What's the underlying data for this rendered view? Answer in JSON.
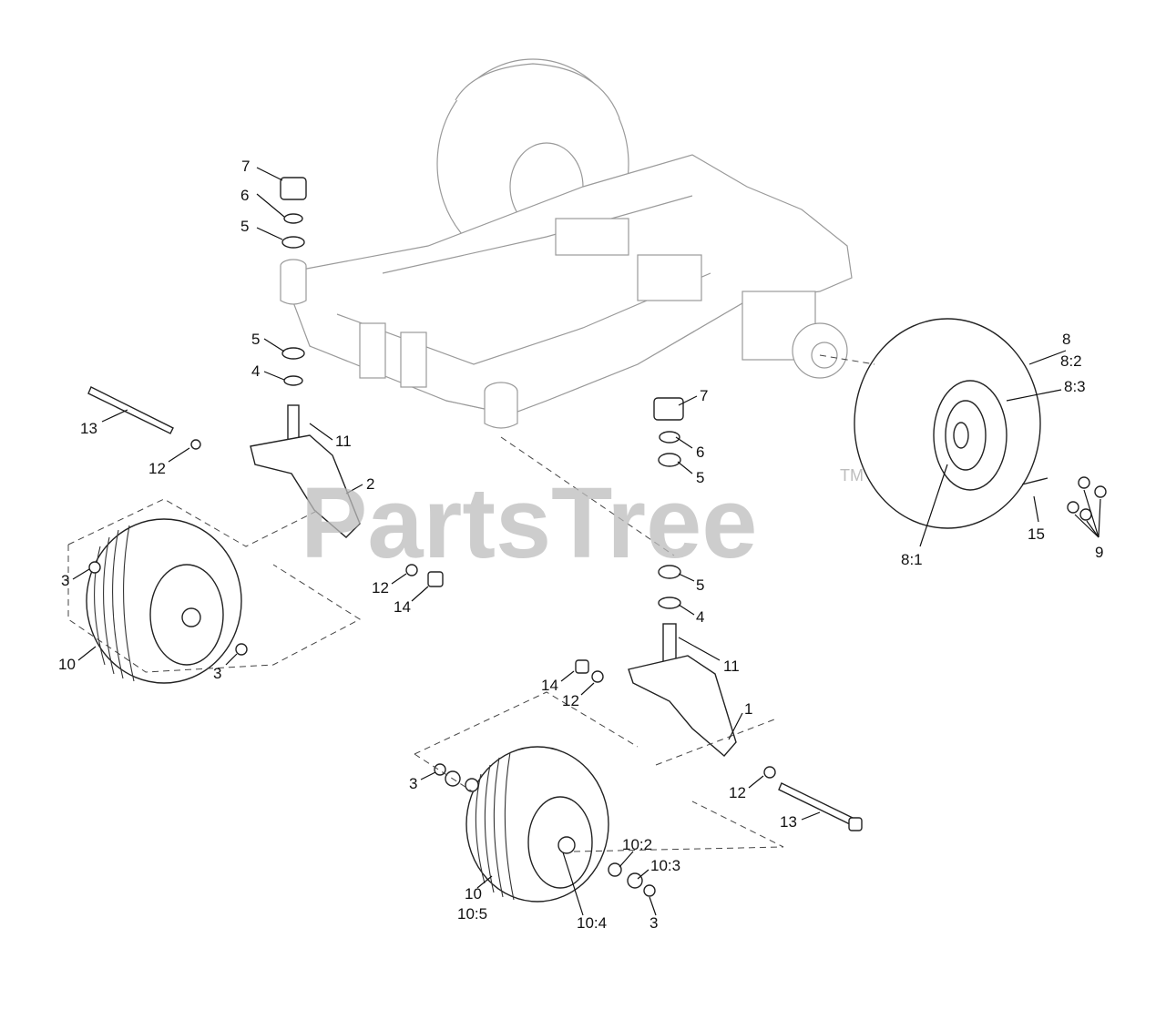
{
  "watermark": {
    "text": "PartsTree",
    "tm": "TM"
  },
  "callouts": {
    "c7a": "7",
    "c6a": "6",
    "c5a": "5",
    "c5b": "5",
    "c4a": "4",
    "c13a": "13",
    "c12a": "12",
    "c11a": "11",
    "c2": "2",
    "c3a": "3",
    "c12b": "12",
    "c14a": "14",
    "c10a": "10",
    "c3b": "3",
    "c7b": "7",
    "c6b": "6",
    "c5c": "5",
    "c5d": "5",
    "c4b": "4",
    "c11b": "11",
    "c14b": "14",
    "c12c": "12",
    "c1": "1",
    "c3c": "3",
    "c12d": "12",
    "c13b": "13",
    "c102": "10:2",
    "c103": "10:3",
    "c10b": "10",
    "c105": "10:5",
    "c104": "10:4",
    "c3d": "3",
    "c8": "8",
    "c82": "8:2",
    "c83": "8:3",
    "c15": "15",
    "c81": "8:1",
    "c9": "9"
  }
}
